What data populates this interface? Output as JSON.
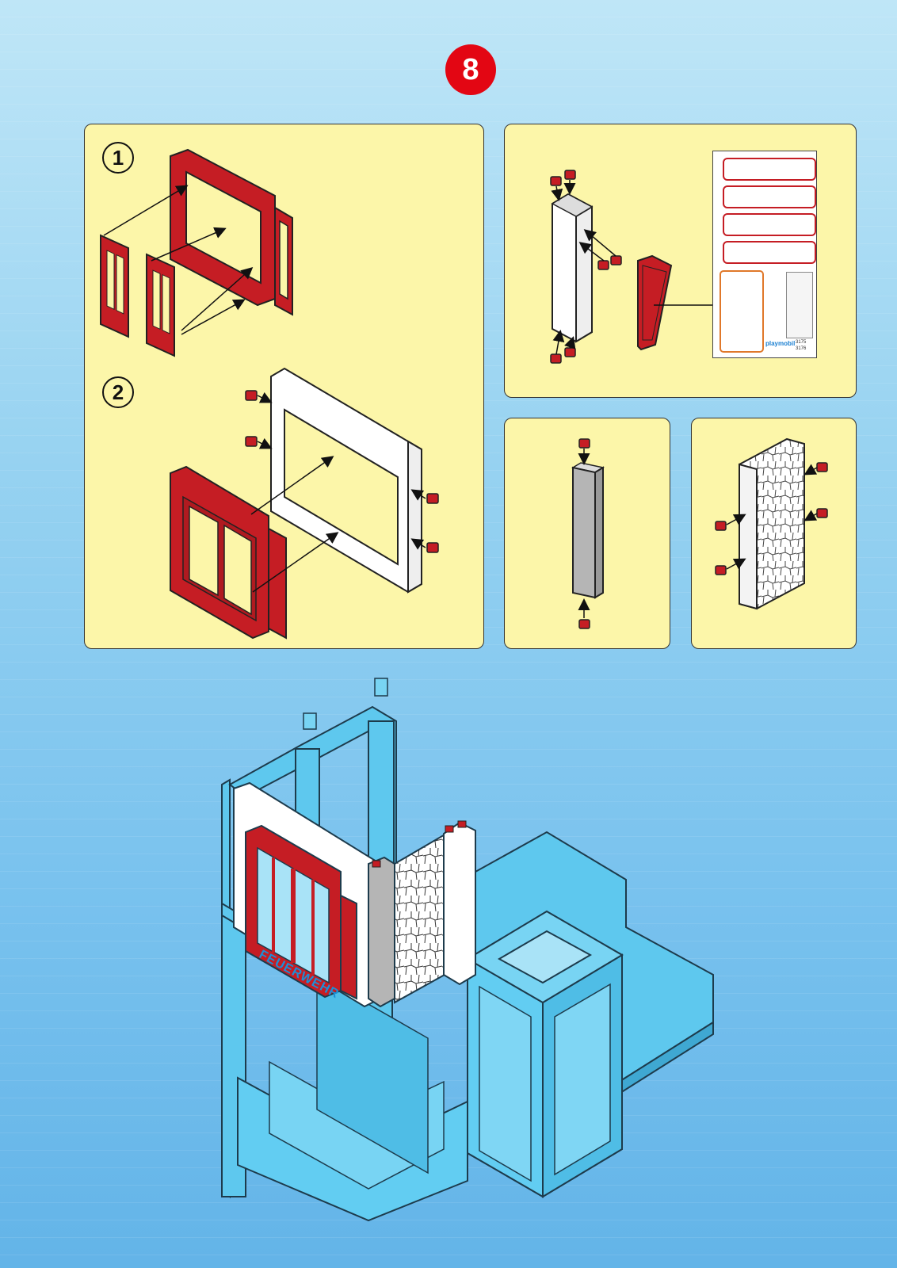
{
  "step": {
    "number": "8"
  },
  "panels": {
    "window_assembly": {
      "substeps": [
        {
          "label": "1"
        },
        {
          "label": "2"
        }
      ]
    },
    "sticker_sheet": {
      "brand": "playmobil",
      "codes": [
        "3175",
        "3176"
      ]
    }
  },
  "model": {
    "sign_text": "FEUERWEHR"
  },
  "colors": {
    "red": "#c51d24",
    "badge_red": "#e30613",
    "panel_yellow": "#fcf6a9",
    "model_blue": "#5ec8ee",
    "stone_white": "#ffffff",
    "column_grey": "#b5b5b5"
  },
  "icons": [
    "step-badge",
    "arrow-icon",
    "connector-clip-icon"
  ]
}
